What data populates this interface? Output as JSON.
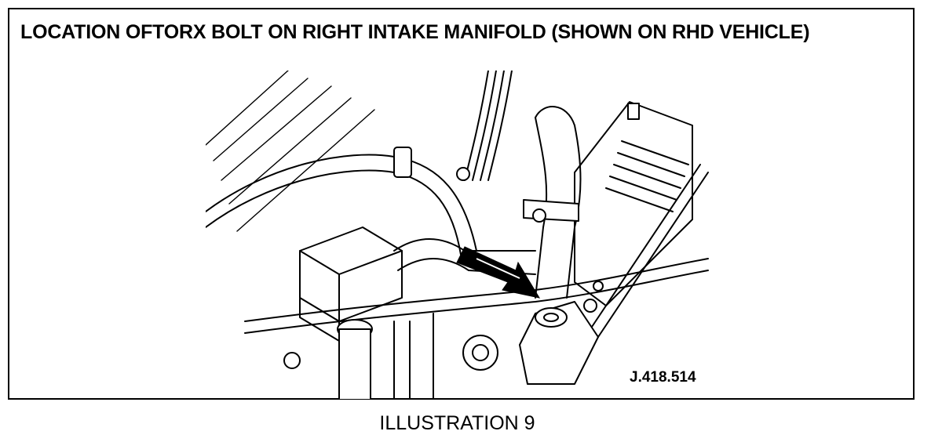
{
  "title": "LOCATION OFTORX BOLT ON RIGHT INTAKE MANIFOLD (SHOWN ON RHD VEHICLE)",
  "reference_code": "J.418.514",
  "caption": "ILLUSTRATION 9",
  "colors": {
    "line": "#000000",
    "background": "#ffffff"
  }
}
